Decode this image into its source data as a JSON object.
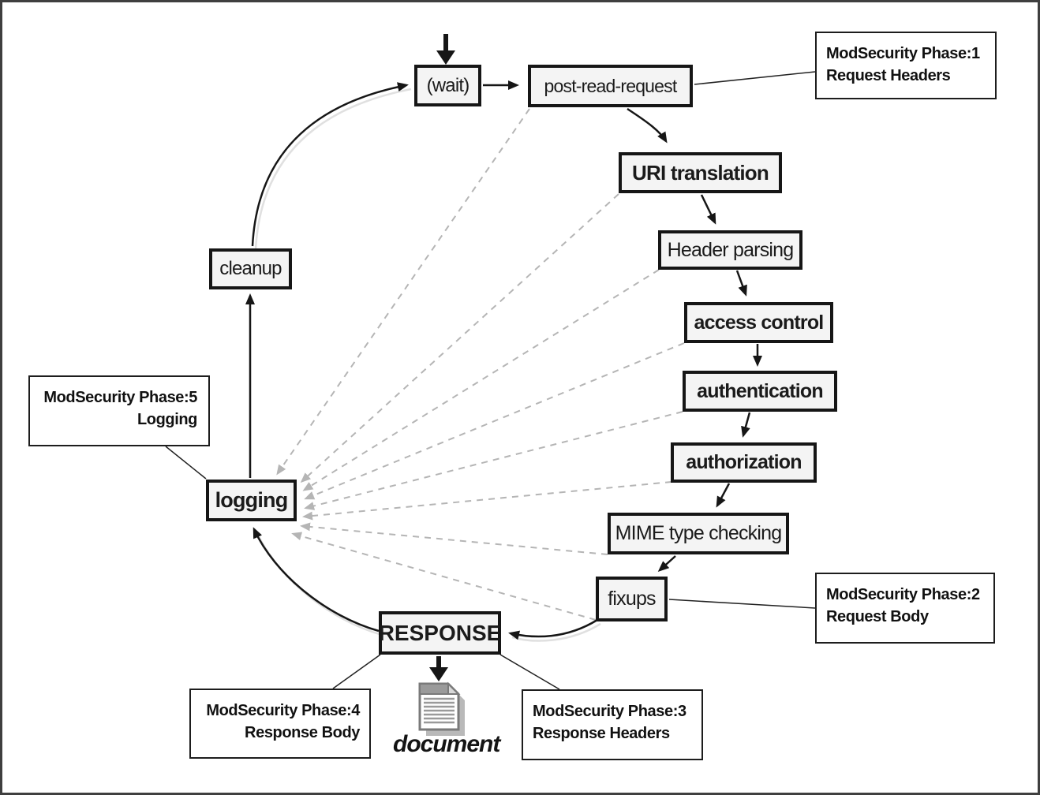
{
  "nodes": {
    "wait": {
      "label": "(wait)"
    },
    "post_read": {
      "label": "post-read-request"
    },
    "uri": {
      "label": "URI translation"
    },
    "header_parsing": {
      "label": "Header parsing"
    },
    "access_control": {
      "label": "access control"
    },
    "authentication": {
      "label": "authentication"
    },
    "authorization": {
      "label": "authorization"
    },
    "mime": {
      "label": "MIME type checking"
    },
    "fixups": {
      "label": "fixups"
    },
    "response": {
      "label": "RESPONSE"
    },
    "logging": {
      "label": "logging"
    },
    "cleanup": {
      "label": "cleanup"
    },
    "document": {
      "label": "document"
    }
  },
  "annotations": {
    "phase1": {
      "line1": "ModSecurity Phase:1",
      "line2": "Request Headers"
    },
    "phase2": {
      "line1": "ModSecurity Phase:2",
      "line2": "Request Body"
    },
    "phase3": {
      "line1": "ModSecurity Phase:3",
      "line2": "Response Headers"
    },
    "phase4": {
      "line1": "ModSecurity Phase:4",
      "line2": "Response Body"
    },
    "phase5": {
      "line1": "ModSecurity Phase:5",
      "line2": "Logging"
    }
  },
  "edges": {
    "main_flow": [
      {
        "from": "entry",
        "to": "(wait)"
      },
      {
        "from": "(wait)",
        "to": "post-read-request"
      },
      {
        "from": "post-read-request",
        "to": "URI translation"
      },
      {
        "from": "URI translation",
        "to": "Header parsing"
      },
      {
        "from": "Header parsing",
        "to": "access control"
      },
      {
        "from": "access control",
        "to": "authentication"
      },
      {
        "from": "authentication",
        "to": "authorization"
      },
      {
        "from": "authorization",
        "to": "MIME type checking"
      },
      {
        "from": "MIME type checking",
        "to": "fixups"
      },
      {
        "from": "fixups",
        "to": "RESPONSE"
      },
      {
        "from": "RESPONSE",
        "to": "logging"
      },
      {
        "from": "logging",
        "to": "cleanup"
      },
      {
        "from": "cleanup",
        "to": "(wait)"
      },
      {
        "from": "RESPONSE",
        "to": "document"
      }
    ],
    "dashed_to_logging": [
      "post-read-request",
      "URI translation",
      "Header parsing",
      "access control",
      "authentication",
      "authorization",
      "MIME type checking",
      "fixups"
    ],
    "annotation_links": [
      {
        "from": "post-read-request",
        "to": "ModSecurity Phase:1"
      },
      {
        "from": "fixups",
        "to": "ModSecurity Phase:2"
      },
      {
        "from": "RESPONSE",
        "to": "ModSecurity Phase:3"
      },
      {
        "from": "RESPONSE",
        "to": "ModSecurity Phase:4"
      },
      {
        "from": "logging",
        "to": "ModSecurity Phase:5"
      }
    ]
  },
  "colors": {
    "node_fill": "#f4f4f4",
    "node_border": "#161616",
    "dashed_gray": "#b5b5b5",
    "text": "#111111",
    "background": "#ffffff"
  }
}
